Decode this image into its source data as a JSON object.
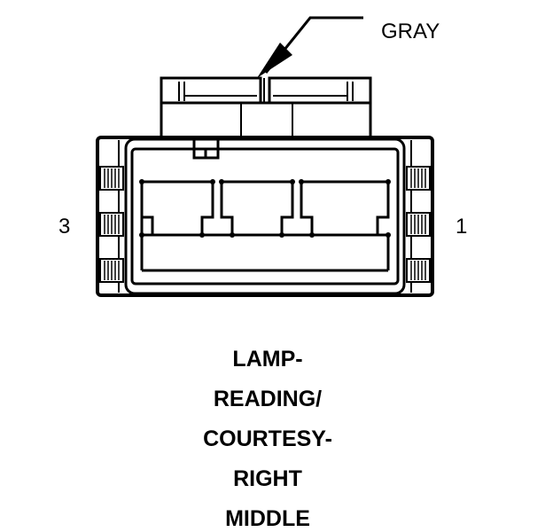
{
  "callout": {
    "label": "GRAY"
  },
  "pins": {
    "left": "3",
    "right": "1"
  },
  "title": {
    "lines": [
      "LAMP-",
      "READING/",
      "COURTESY-",
      "RIGHT",
      "MIDDLE"
    ]
  },
  "colors": {
    "ink": "#000000",
    "background": "#ffffff"
  }
}
